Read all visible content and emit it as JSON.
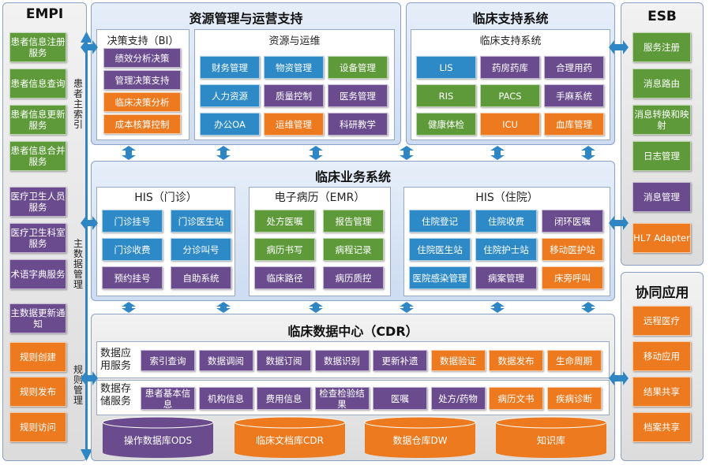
{
  "empi": {
    "title": "EMPI",
    "items": [
      {
        "label": "患者信息注册服务",
        "color": "green"
      },
      {
        "label": "患者信息查询",
        "color": "green"
      },
      {
        "label": "患者信息更新服务",
        "color": "green"
      },
      {
        "label": "患者信息合并服务",
        "color": "green"
      },
      {
        "label": "医疗卫生人员服务",
        "color": "purple"
      },
      {
        "label": "医疗卫生科室服务",
        "color": "purple"
      },
      {
        "label": "术语字典服务",
        "color": "purple"
      },
      {
        "label": "主数据更新通知",
        "color": "purple"
      },
      {
        "label": "规则创建",
        "color": "orange"
      },
      {
        "label": "规则发布",
        "color": "orange"
      },
      {
        "label": "规则访问",
        "color": "orange"
      }
    ],
    "side_labels": [
      "患者主索引",
      "主数据管理",
      "规则管理"
    ]
  },
  "resource": {
    "title": "资源管理与运营支持",
    "bi": {
      "title": "决策支持（BI）",
      "items": [
        {
          "label": "绩效分析决策",
          "color": "purple"
        },
        {
          "label": "管理决策支持",
          "color": "purple"
        },
        {
          "label": "临床决策分析",
          "color": "orange"
        },
        {
          "label": "成本核算控制",
          "color": "orange"
        }
      ]
    },
    "ops": {
      "title": "资源与运维",
      "items": [
        {
          "label": "财务管理",
          "color": "teal"
        },
        {
          "label": "物资管理",
          "color": "teal"
        },
        {
          "label": "设备管理",
          "color": "green"
        },
        {
          "label": "人力资源",
          "color": "teal"
        },
        {
          "label": "质量控制",
          "color": "purple"
        },
        {
          "label": "医务管理",
          "color": "purple"
        },
        {
          "label": "办公OA",
          "color": "teal"
        },
        {
          "label": "运维管理",
          "color": "orange"
        },
        {
          "label": "科研教学",
          "color": "purple"
        }
      ]
    }
  },
  "clinical_support": {
    "title": "临床支持系统",
    "subtitle": "临床支持系统",
    "items": [
      {
        "label": "LIS",
        "color": "teal"
      },
      {
        "label": "药房药库",
        "color": "purple"
      },
      {
        "label": "合理用药",
        "color": "purple"
      },
      {
        "label": "RIS",
        "color": "green"
      },
      {
        "label": "PACS",
        "color": "green"
      },
      {
        "label": "手麻系统",
        "color": "purple"
      },
      {
        "label": "健康体检",
        "color": "green"
      },
      {
        "label": "ICU",
        "color": "orange"
      },
      {
        "label": "血库管理",
        "color": "orange"
      }
    ]
  },
  "esb": {
    "title": "ESB",
    "items": [
      {
        "label": "服务注册",
        "color": "green"
      },
      {
        "label": "消息路由",
        "color": "green"
      },
      {
        "label": "消息转换和映射",
        "color": "green"
      },
      {
        "label": "日志管理",
        "color": "green"
      },
      {
        "label": "消息管理",
        "color": "purple"
      },
      {
        "label": "HL7 Adapter",
        "color": "orange"
      }
    ]
  },
  "collab": {
    "title": "协同应用",
    "items": [
      {
        "label": "远程医疗",
        "color": "orange"
      },
      {
        "label": "移动应用",
        "color": "orange"
      },
      {
        "label": "结果共享",
        "color": "orange"
      },
      {
        "label": "档案共享",
        "color": "orange"
      }
    ]
  },
  "business": {
    "title": "临床业务系统",
    "his_out": {
      "title": "HIS（门诊）",
      "items": [
        {
          "label": "门诊挂号",
          "color": "teal"
        },
        {
          "label": "门诊医生站",
          "color": "teal"
        },
        {
          "label": "门诊收费",
          "color": "teal"
        },
        {
          "label": "分诊叫号",
          "color": "teal"
        },
        {
          "label": "预约挂号",
          "color": "purple"
        },
        {
          "label": "自助系统",
          "color": "purple"
        }
      ]
    },
    "emr": {
      "title": "电子病历（EMR）",
      "items": [
        {
          "label": "处方医嘱",
          "color": "green"
        },
        {
          "label": "报告管理",
          "color": "green"
        },
        {
          "label": "病历书写",
          "color": "green"
        },
        {
          "label": "病程记录",
          "color": "green"
        },
        {
          "label": "临床路径",
          "color": "purple"
        },
        {
          "label": "病历质控",
          "color": "purple"
        }
      ]
    },
    "his_in": {
      "title": "HIS（住院）",
      "items": [
        {
          "label": "住院登记",
          "color": "teal"
        },
        {
          "label": "住院收费",
          "color": "teal"
        },
        {
          "label": "闭环医嘱",
          "color": "purple"
        },
        {
          "label": "住院医生站",
          "color": "teal"
        },
        {
          "label": "住院护士站",
          "color": "teal"
        },
        {
          "label": "移动医护站",
          "color": "orange"
        },
        {
          "label": "医院感染管理",
          "color": "teal"
        },
        {
          "label": "病案管理",
          "color": "purple"
        },
        {
          "label": "床旁呼叫",
          "color": "orange"
        }
      ]
    }
  },
  "cdr": {
    "title": "临床数据中心（CDR）",
    "app_label": "数据应用服务",
    "app_items": [
      {
        "label": "索引查询",
        "color": "purple"
      },
      {
        "label": "数据调阅",
        "color": "purple"
      },
      {
        "label": "数据订阅",
        "color": "purple"
      },
      {
        "label": "数据识别",
        "color": "purple"
      },
      {
        "label": "更新补遗",
        "color": "purple"
      },
      {
        "label": "数据验证",
        "color": "orange"
      },
      {
        "label": "数据发布",
        "color": "orange"
      },
      {
        "label": "生命周期",
        "color": "orange"
      }
    ],
    "store_label": "数据存储服务",
    "store_items": [
      {
        "label": "患者基本信息",
        "color": "purple"
      },
      {
        "label": "机构信息",
        "color": "purple"
      },
      {
        "label": "费用信息",
        "color": "purple"
      },
      {
        "label": "检查检验结果",
        "color": "purple"
      },
      {
        "label": "医嘱",
        "color": "purple"
      },
      {
        "label": "处方/药物",
        "color": "purple"
      },
      {
        "label": "病历文书",
        "color": "orange"
      },
      {
        "label": "疾病诊断",
        "color": "orange"
      }
    ],
    "databases": [
      {
        "label": "操作数据库ODS",
        "color": "purple"
      },
      {
        "label": "临床文档库CDR",
        "color": "orange"
      },
      {
        "label": "数据仓库DW",
        "color": "orange"
      },
      {
        "label": "知识库",
        "color": "orange"
      }
    ]
  },
  "colors": {
    "purple": "#6a4c8e",
    "orange": "#ee7a1f",
    "green": "#5e9a3a",
    "teal": "#2d8ac7",
    "arrow": "#2f86c5"
  }
}
